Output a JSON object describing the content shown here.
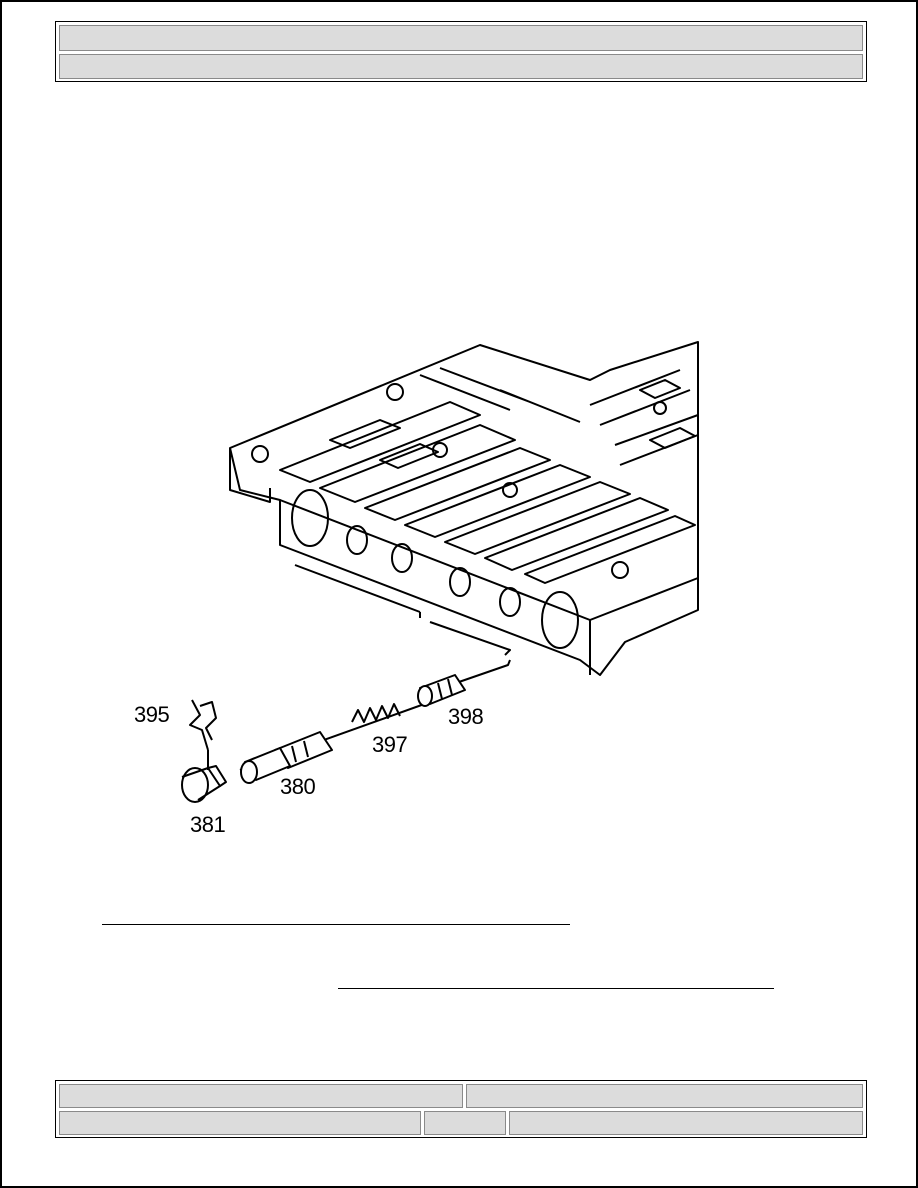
{
  "header": {
    "row1": "",
    "row2": ""
  },
  "figure": {
    "callouts": {
      "c395": "395",
      "c397": "397",
      "c398": "398",
      "c380": "380",
      "c381": "381"
    }
  },
  "links": {
    "link1": "",
    "link2": ""
  },
  "footer": {
    "cell_a": "",
    "cell_b": "",
    "cell_c": "",
    "cell_d": "",
    "cell_e": ""
  }
}
